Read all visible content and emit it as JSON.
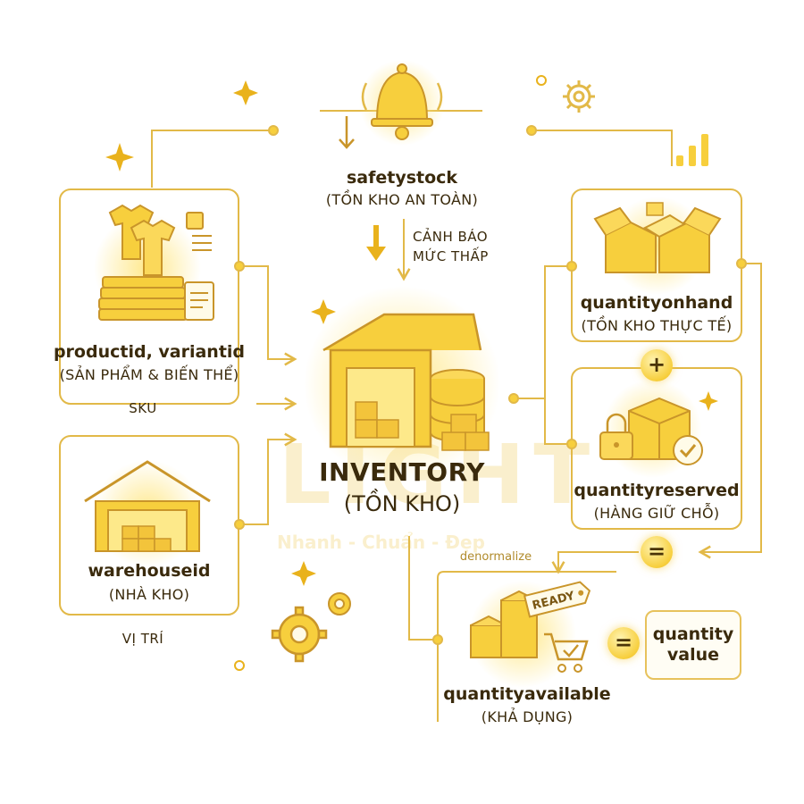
{
  "watermark": {
    "brand": "LIGHT",
    "slogan": "Nhanh - Chuẩn - Đẹp"
  },
  "safetystock": {
    "name": "safetystock",
    "label": "(TỒN KHO AN TOÀN)"
  },
  "alert": {
    "line1": "CẢNH BÁO",
    "line2": "MỨC THẤP"
  },
  "product": {
    "name": "productid, variantid",
    "label": "(SẢN PHẨM & BIẾN THỂ)",
    "tag": "SKU"
  },
  "warehouse": {
    "name": "warehouseid",
    "label": "(NHÀ KHO)",
    "tag": "VỊ TRÍ"
  },
  "inventory": {
    "title": "INVENTORY",
    "subtitle": "(TỒN KHO)"
  },
  "onhand": {
    "name": "quantityonhand",
    "label": "(TỒN KHO THỰC TẾ)"
  },
  "reserved": {
    "name": "quantityreserved",
    "label": "(HÀNG GIỮ CHỖ)"
  },
  "available": {
    "name": "quantityavailable",
    "label": "(KHẢ DỤNG)",
    "badge": "READY"
  },
  "denormalize": "denormalize",
  "operators": {
    "plus": "+",
    "equals": "=",
    "equals2": "="
  },
  "quantity_value": {
    "line1": "quantity",
    "line2": "value"
  },
  "colors": {
    "line": "#e2b948",
    "accent": "#f7cf3d",
    "text": "#3a2a0c"
  }
}
